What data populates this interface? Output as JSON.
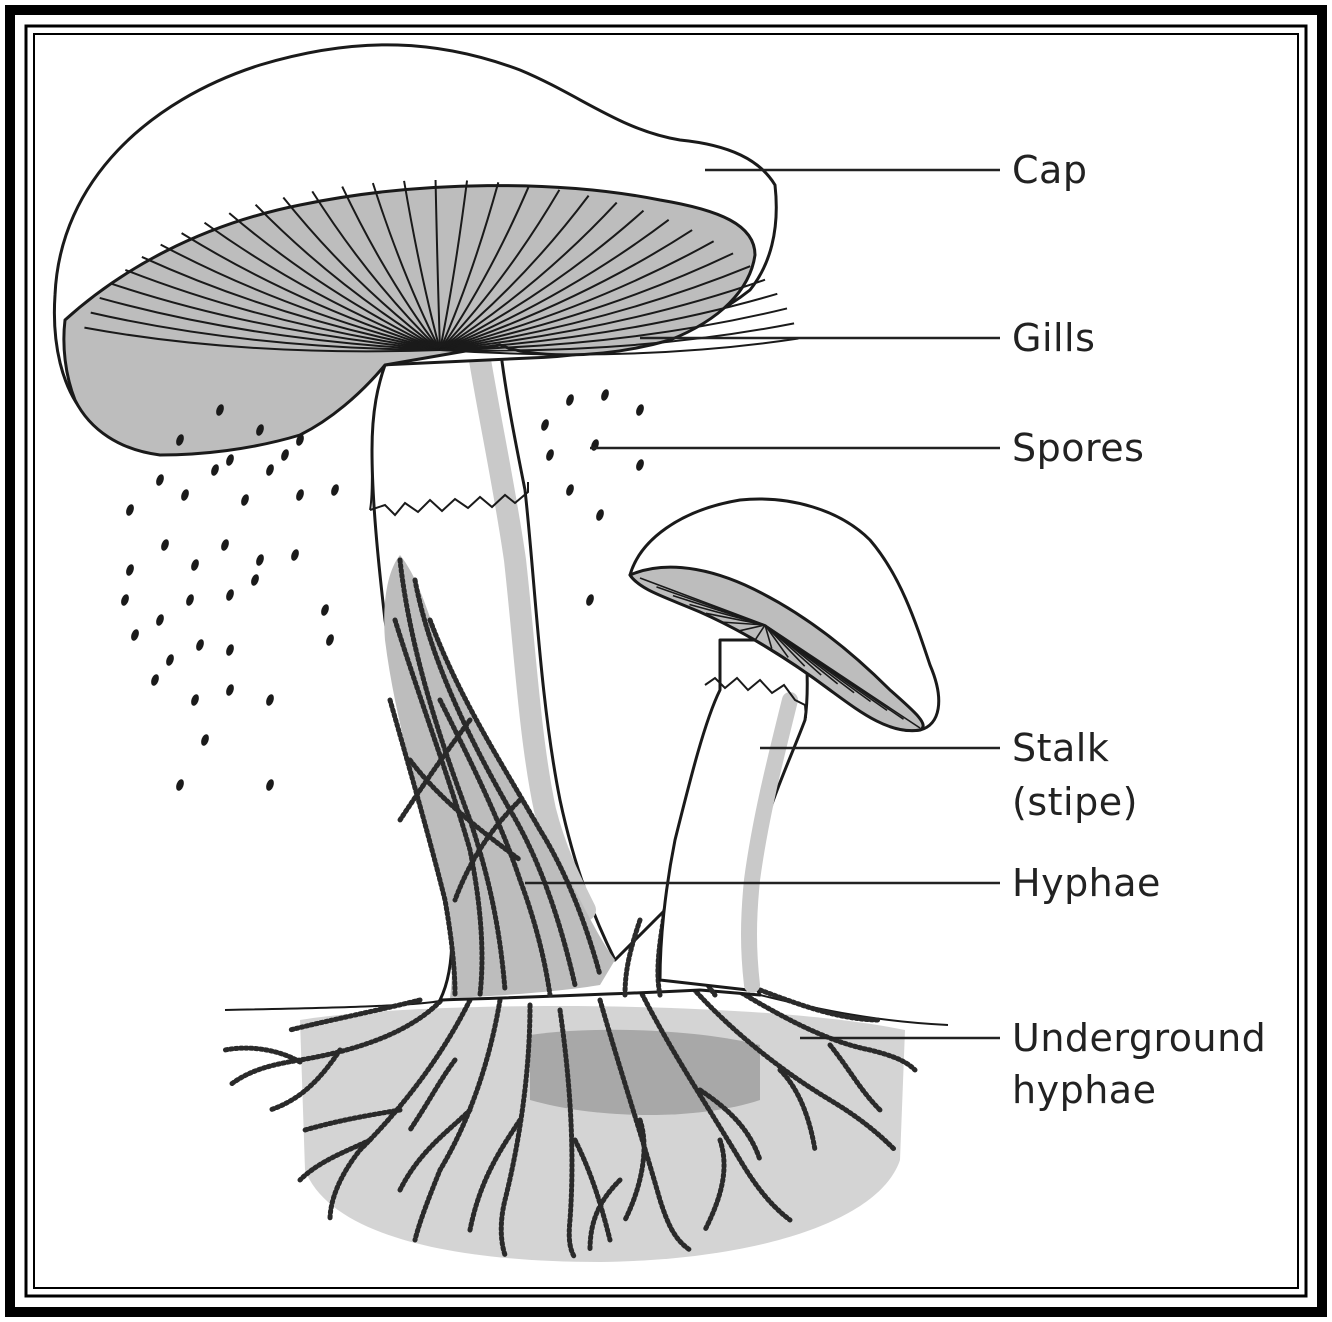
{
  "labels": {
    "cap": "Cap",
    "gills": "Gills",
    "spores": "Spores",
    "stalk_line1": "Stalk",
    "stalk_line2": "(stipe)",
    "hyphae": "Hyphae",
    "underground_line1": "Underground",
    "underground_line2": "hyphae"
  },
  "colors": {
    "frame": "#000000",
    "gill_fill": "#bdbdbd",
    "soil_light": "#d4d4d4",
    "soil_dark": "#a8a8a8",
    "stalk_shade": "#c9c9c9",
    "line": "#1a1a1a"
  }
}
